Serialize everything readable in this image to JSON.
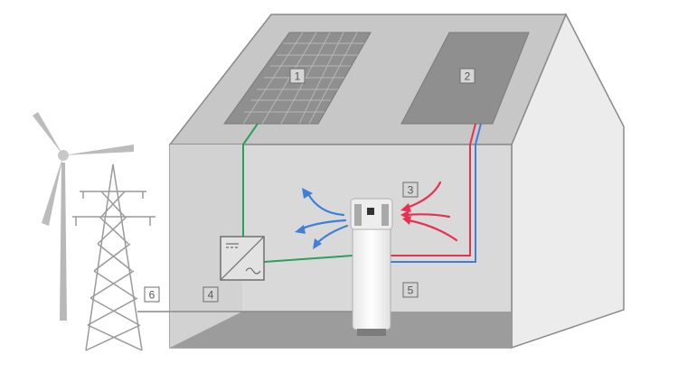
{
  "labels": {
    "solar_panel": "1",
    "thermal_collector": "2",
    "air_flow": "3",
    "inverter": "4",
    "heat_pump": "5",
    "grid": "6"
  },
  "colors": {
    "wall": "#d8d8d8",
    "wall_side": "#e9e9e9",
    "roof": "#c5c5c5",
    "floor": "#9a9a9a",
    "solar_panel": "#8e8e8e",
    "green_line": "#2e9e5b",
    "red_line": "#e8304f",
    "blue_line": "#3f7fd6",
    "outline": "#8a8a8a"
  }
}
